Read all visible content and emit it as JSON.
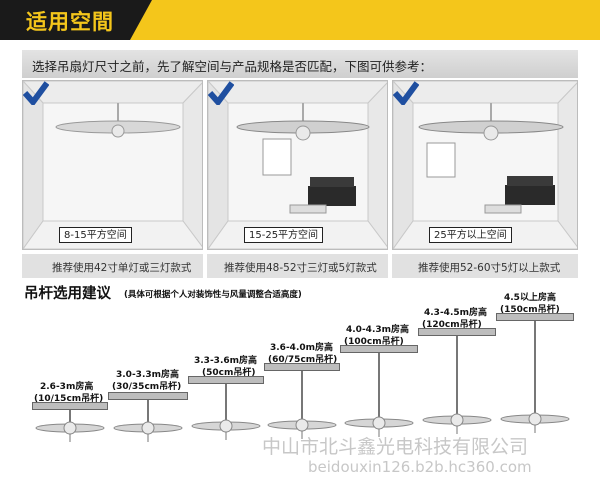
{
  "header": {
    "title": "适用空間"
  },
  "intro": {
    "text": "选择吊扇灯尺寸之前，先了解空间与产品规格是否匹配，下图可供参考："
  },
  "rooms": [
    {
      "area": "8-15平方空间",
      "recommend": "推荐使用42寸单灯或三灯款式"
    },
    {
      "area": "15-25平方空间",
      "recommend": "推荐使用48-52寸三灯或5灯款式"
    },
    {
      "area": "25平方以上空间",
      "recommend": "推荐使用52-60寸5灯以上款式"
    }
  ],
  "rod_section": {
    "title": "吊杆选用建议",
    "note": "(具体可根据个人对装饰性与风量调整合适高度)",
    "steps": [
      {
        "height": "2.6-3m房高",
        "rod": "(10/15cm吊杆)"
      },
      {
        "height": "3.0-3.3m房高",
        "rod": "(30/35cm吊杆)"
      },
      {
        "height": "3.3-3.6m房高",
        "rod": "(50cm吊杆)"
      },
      {
        "height": "3.6-4.0m房高",
        "rod": "(60/75cm吊杆)"
      },
      {
        "height": "4.0-4.3m房高",
        "rod": "(100cm吊杆)"
      },
      {
        "height": "4.3-4.5m房高",
        "rod": "(120cm吊杆)"
      },
      {
        "height": "4.5以上房高",
        "rod": "(150cm吊杆)"
      }
    ]
  },
  "footer": {
    "company": "中山市北斗鑫光电科技有限公司",
    "url": "beidouxin126.b2b.hc360.com"
  },
  "colors": {
    "accent": "#f4c61b",
    "dark": "#1a1a1a",
    "check": "#1f4fa0"
  }
}
